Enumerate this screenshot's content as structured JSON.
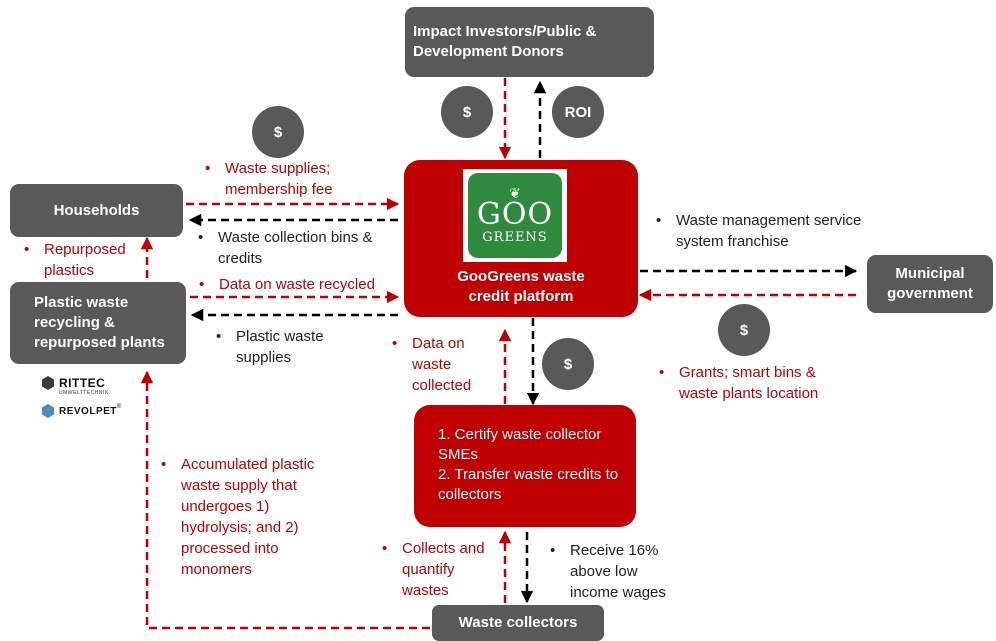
{
  "nodes": {
    "investors": "Impact Investors/Public & Development Donors",
    "households": "Households",
    "platform": "GooGreens waste credit platform",
    "plastic_plants": "Plastic waste recycling & repurposed plants",
    "municipal": "Municipal government",
    "certify": [
      "1. Certify waste collector SMEs",
      "2. Transfer waste credits to collectors"
    ],
    "collectors": "Waste collectors"
  },
  "logo": {
    "top": "GOO",
    "bottom": "GREENS"
  },
  "partners": {
    "rittec": "RITTEC",
    "rittec_sub": "UMWELTTECHNIK",
    "revolpet": "REVOLPET",
    "revolpet_sup": "®"
  },
  "circles": {
    "dollar": "$",
    "roi": "ROI"
  },
  "labels": {
    "waste_supplies": "Waste supplies; membership fee",
    "collection_bins": "Waste collection bins & credits",
    "repurposed": "Repurposed plastics",
    "data_recycled": "Data on waste recycled",
    "plastic_supplies": "Plastic waste supplies",
    "data_collected": "Data on waste collected",
    "franchise": "Waste management service system franchise",
    "grants": "Grants; smart bins & waste plants location",
    "accumulated": "Accumulated plastic waste supply that undergoes 1) hydrolysis; and 2) processed into monomers",
    "collects": "Collects and quantify wastes",
    "receive": "Receive 16% above low income wages"
  },
  "bullet": "•",
  "colors": {
    "red": "#c00000",
    "grey": "#595959",
    "logo_green": "#2e8b3e"
  }
}
